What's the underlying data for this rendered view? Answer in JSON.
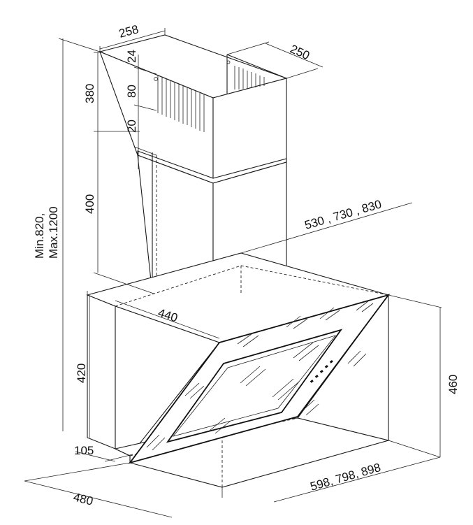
{
  "labels": {
    "duct_depth": "258",
    "duct_width": "250",
    "slot_24": "24",
    "slot_80": "80",
    "slot_20": "20",
    "upper_duct_380": "380",
    "lower_duct_400": "400",
    "total_height_min": "Min.820,",
    "total_height_max": "Max.1200",
    "mount_widths": "530 , 730 , 830",
    "body_depth_440": "440",
    "body_height_420": "420",
    "front_offset_105": "105",
    "bottom_depth_480": "480",
    "hood_widths": "598, 798, 898",
    "glass_height_460": "460"
  },
  "colors": {
    "line": "#1a1a1a",
    "background": "#ffffff"
  }
}
